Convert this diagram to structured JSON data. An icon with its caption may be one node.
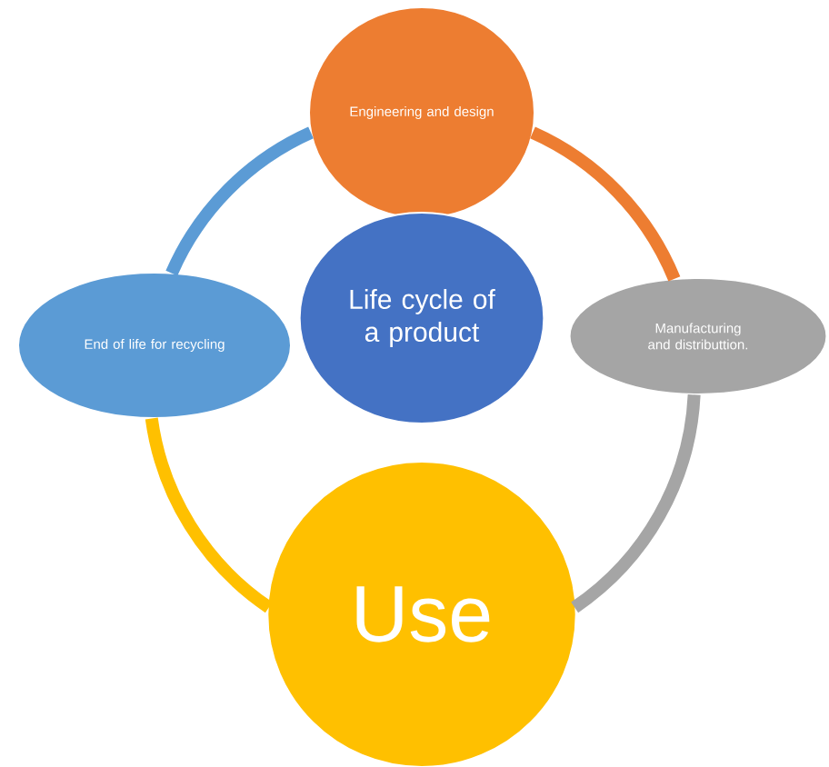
{
  "diagram": {
    "nodes": [
      {
        "text": [
          "Engineering and design"
        ]
      },
      {
        "text": [
          "Life cycle of a product"
        ]
      },
      {
        "text": [
          "End of life for recycling"
        ]
      },
      {
        "text": [
          "Manufacturing and distributtion."
        ]
      },
      {
        "text": [
          "Use"
        ]
      }
    ],
    "edges": [
      {
        "from": 0,
        "to": 3,
        "arrow": "none",
        "color": "#ed7d31"
      },
      {
        "from": 3,
        "to": 4,
        "arrow": "none",
        "color": "#a5a5a5"
      },
      {
        "from": 4,
        "to": 2,
        "arrow": "none",
        "color": "#ffc000"
      },
      {
        "from": 2,
        "to": 0,
        "arrow": "none",
        "color": "#5b9bd5"
      }
    ]
  }
}
